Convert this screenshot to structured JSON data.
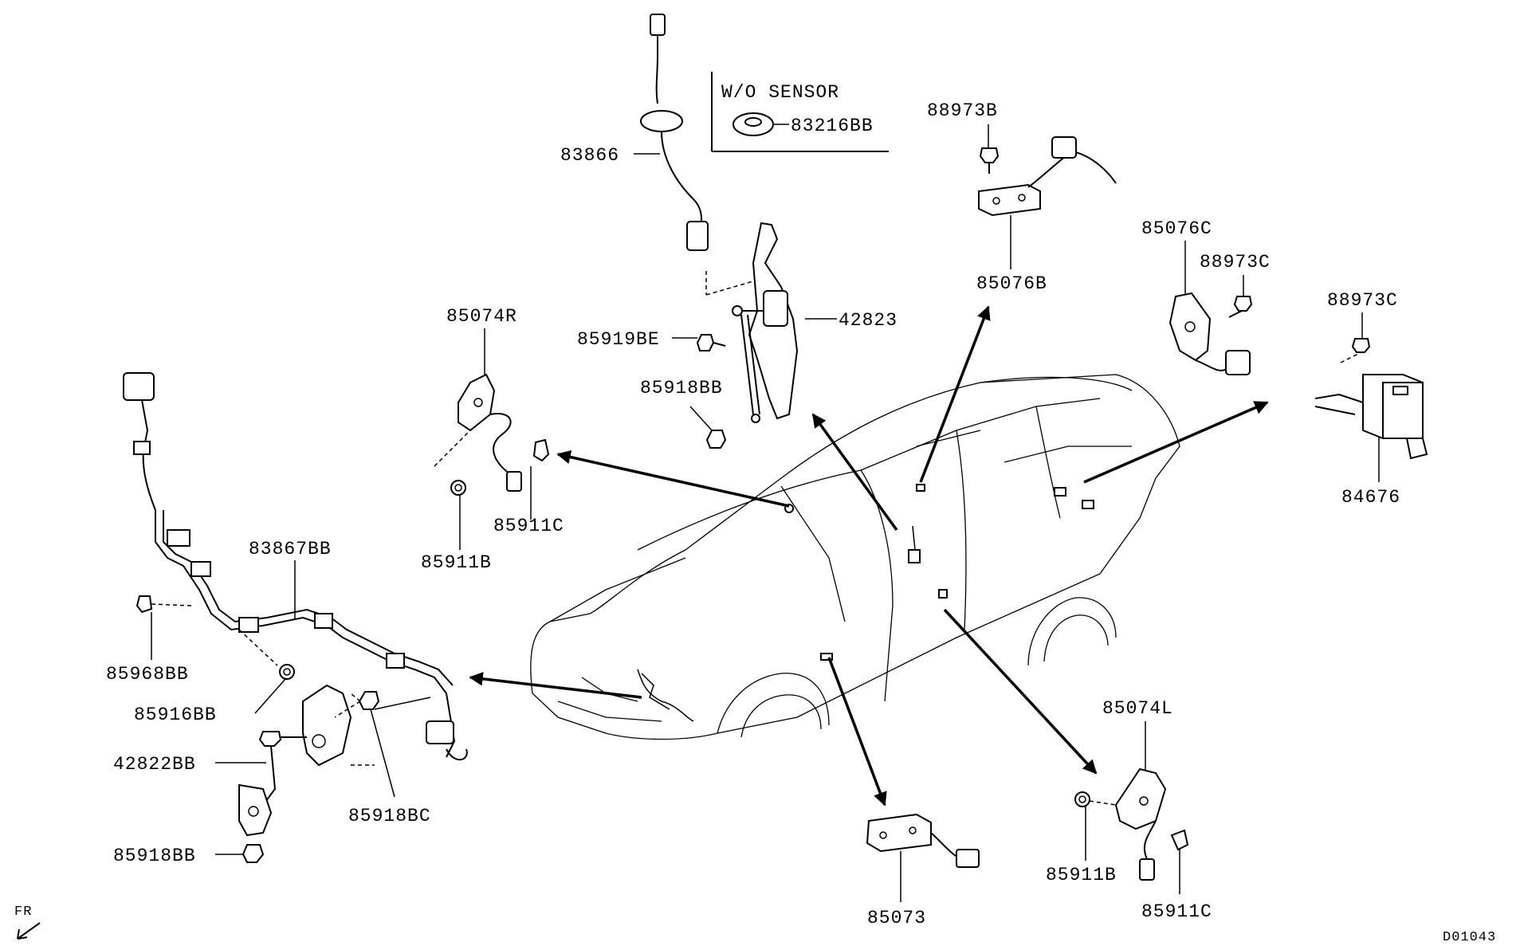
{
  "diagram_code": "D01043",
  "direction": "FR",
  "inset": {
    "title": "W/O SENSOR",
    "part": "83216BB"
  },
  "labels": {
    "p83866": "83866",
    "p42823": "42823",
    "p85919BE": "85919BE",
    "p85918BB_top": "85918BB",
    "p85074R": "85074R",
    "p85911C_top": "85911C",
    "p85911B_top": "85911B",
    "p88973B": "88973B",
    "p85076B": "85076B",
    "p85076C": "85076C",
    "p88973C_mid": "88973C",
    "p88973C_right": "88973C",
    "p84676": "84676",
    "p83867BB": "83867BB",
    "p85968BB": "85968BB",
    "p85916BB": "85916BB",
    "p42822BB": "42822BB",
    "p85918BC": "85918BC",
    "p85918BB_bottom": "85918BB",
    "p85073": "85073",
    "p85074L": "85074L",
    "p85911B_bottom": "85911B",
    "p85911C_bottom": "85911C"
  }
}
